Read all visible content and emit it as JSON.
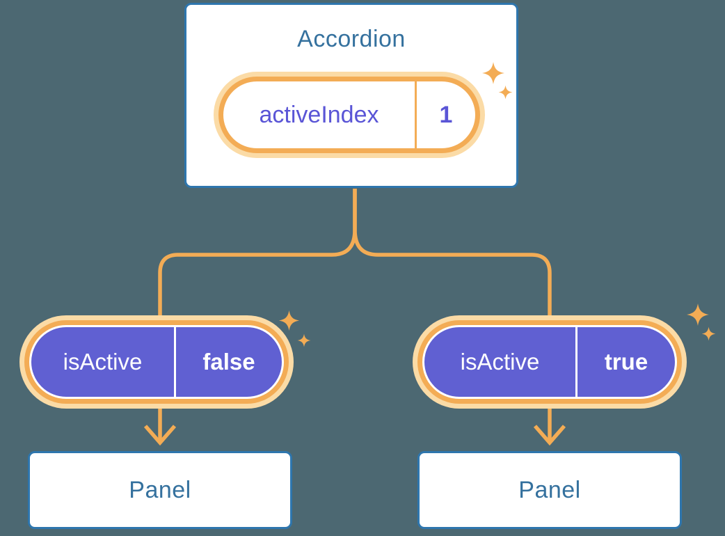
{
  "colors": {
    "bg": "#4C6872",
    "line": "#F3AC55",
    "glow": "#FBDBA6",
    "purple": "#6060D2",
    "purple-text": "#5A55D6",
    "blue-border": "#2E76AE",
    "blue-text": "#35719E",
    "white": "#FFFFFF"
  },
  "accordion": {
    "title": "Accordion",
    "state": {
      "name": "activeIndex",
      "value": "1"
    }
  },
  "children": [
    {
      "prop": {
        "name": "isActive",
        "value": "false"
      },
      "panel": {
        "title": "Panel"
      }
    },
    {
      "prop": {
        "name": "isActive",
        "value": "true"
      },
      "panel": {
        "title": "Panel"
      }
    }
  ],
  "icons": {
    "sparkle": "sparkle-icon",
    "arrow": "arrow-down-icon"
  }
}
